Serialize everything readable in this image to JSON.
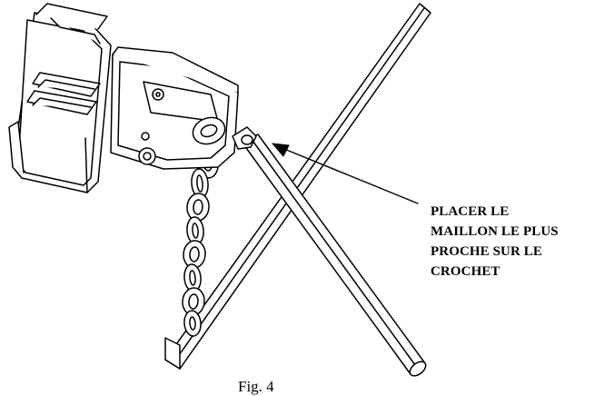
{
  "callout": {
    "lines": [
      "PLACER LE",
      "MAILLON LE PLUS",
      "PROCHE SUR LE",
      "CROCHET"
    ]
  },
  "caption": "Fig. 4",
  "colors": {
    "line": "#000000",
    "background": "#ffffff"
  },
  "parts": {
    "bracket": "wall-bracket",
    "chain": "chain",
    "hook": "hook",
    "bars": "crossed-bars"
  }
}
